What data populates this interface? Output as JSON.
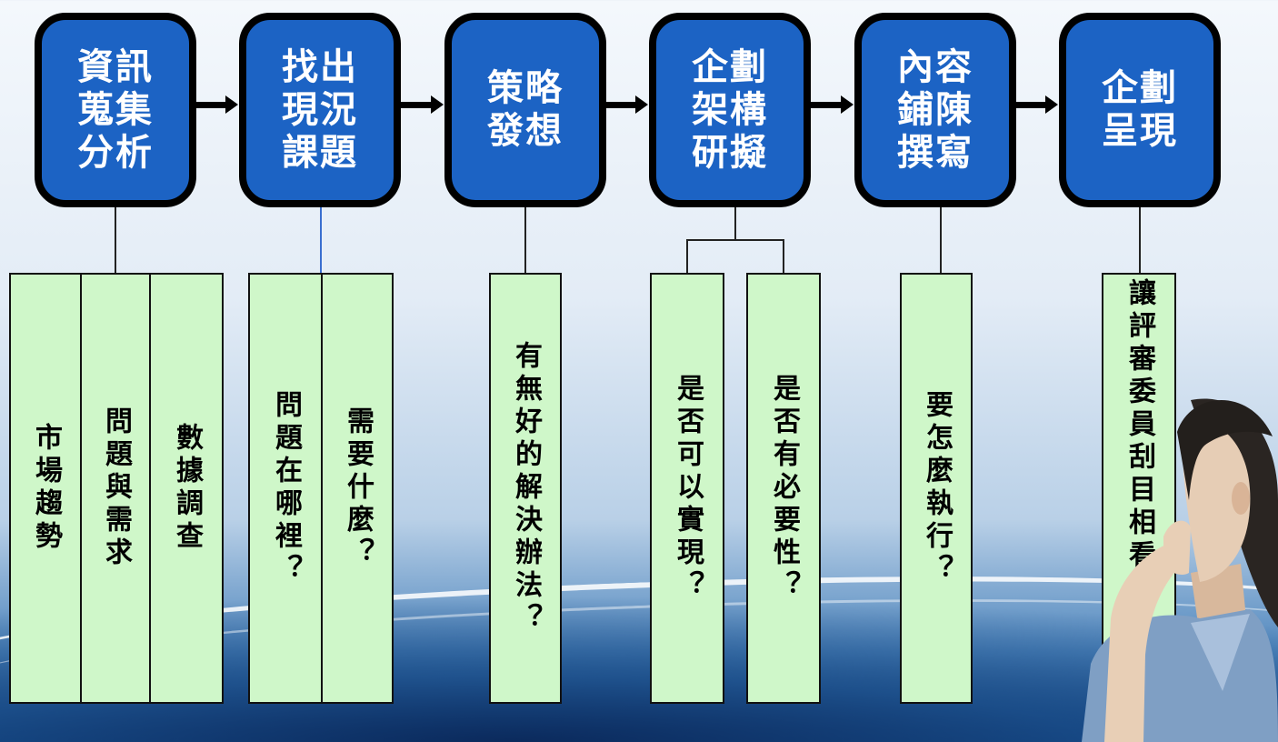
{
  "stages": [
    {
      "label": "資訊蒐集分析"
    },
    {
      "label": "找出現況課題"
    },
    {
      "label": "策略發想"
    },
    {
      "label": "企劃架構研擬"
    },
    {
      "label": "內容鋪陳撰寫"
    },
    {
      "label": "企劃呈現"
    }
  ],
  "notes": {
    "n1": "市場趨勢",
    "n2": "問題與需求",
    "n3": "數據調查",
    "n4": "問題在哪裡？",
    "n5": "需要什麼？",
    "n6": "有無好的解決辦法？",
    "n7": "是否可以實現？",
    "n8": "是否有必要性？",
    "n9": "要怎麼執行？",
    "n10": "讓評審委員刮目相看？"
  },
  "colors": {
    "stage_fill": "#1c63c4",
    "stage_border": "#000000",
    "note_fill": "#cff7c9",
    "text_on_stage": "#ffffff"
  }
}
